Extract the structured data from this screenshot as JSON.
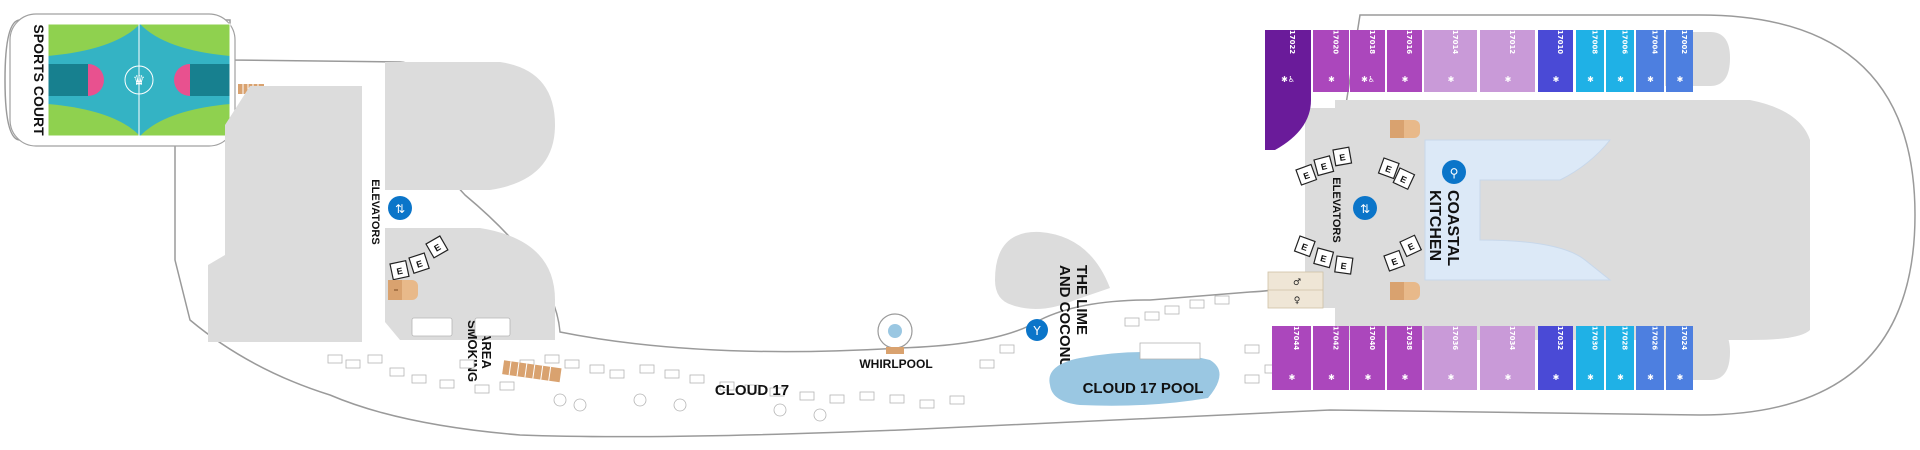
{
  "labels": {
    "sports_court": "SPORTS COURT",
    "elevators_fwd": "ELEVATORS",
    "elevators_aft": "ELEVATORS",
    "smoking_area": [
      "SMOKING",
      "AREA"
    ],
    "whirlpool": "WHIRLPOOL",
    "cloud17": "CLOUD 17",
    "lime_coconut": [
      "THE LIME",
      "AND COCONUT"
    ],
    "cloud17_pool": "CLOUD 17 POOL",
    "coastal_kitchen": [
      "COASTAL",
      "KITCHEN"
    ]
  },
  "colors": {
    "hull_outline": "#9a9a9a",
    "interior_gray": "#dcdcdc",
    "court_teal": "#34b3c4",
    "court_green": "#8fd14f",
    "court_pink": "#e8518f",
    "pool_blue": "#9ac7e2",
    "kitchen_blue": "#dce9f7",
    "icon_blue": "#0b75c9",
    "deck_wood": "#d9a26f",
    "suite_dark_purple": "#6a1b9a",
    "suite_purple": "#ab47bc",
    "suite_lavender": "#c99ad8",
    "suite_indigo": "#4a4ad6",
    "suite_cyan": "#1fb1e6",
    "suite_blue": "#4d7fe0"
  },
  "cabins_top": [
    {
      "num": "17022",
      "color": "#6a1b9a",
      "icon": "star-accessible"
    },
    {
      "num": "17020",
      "color": "#ab47bc",
      "icon": "star"
    },
    {
      "num": "17018",
      "color": "#ab47bc",
      "icon": "star-accessible"
    },
    {
      "num": "17016",
      "color": "#ab47bc",
      "icon": "star"
    },
    {
      "num": "17014",
      "color": "#c99ad8",
      "icon": "star"
    },
    {
      "num": "17012",
      "color": "#c99ad8",
      "icon": "star"
    },
    {
      "num": "17010",
      "color": "#4a4ad6",
      "icon": "star"
    },
    {
      "num": "17008",
      "color": "#1fb1e6",
      "icon": "star"
    },
    {
      "num": "17006",
      "color": "#1fb1e6",
      "icon": "star"
    },
    {
      "num": "17004",
      "color": "#4d7fe0",
      "icon": "star"
    },
    {
      "num": "17002",
      "color": "#4d7fe0",
      "icon": "star"
    }
  ],
  "cabins_bottom": [
    {
      "num": "17044",
      "color": "#ab47bc",
      "icon": "star"
    },
    {
      "num": "17042",
      "color": "#ab47bc",
      "icon": "star"
    },
    {
      "num": "17040",
      "color": "#ab47bc",
      "icon": "star"
    },
    {
      "num": "17038",
      "color": "#ab47bc",
      "icon": "star"
    },
    {
      "num": "17036",
      "color": "#c99ad8",
      "icon": "star"
    },
    {
      "num": "17034",
      "color": "#c99ad8",
      "icon": "star"
    },
    {
      "num": "17032",
      "color": "#4a4ad6",
      "icon": "star"
    },
    {
      "num": "17030",
      "color": "#1fb1e6",
      "icon": "star"
    },
    {
      "num": "17028",
      "color": "#1fb1e6",
      "icon": "star"
    },
    {
      "num": "17026",
      "color": "#4d7fe0",
      "icon": "star"
    },
    {
      "num": "17024",
      "color": "#4d7fe0",
      "icon": "star"
    }
  ],
  "icons": {
    "elevator": "elevator-icon",
    "bar": "cocktail-icon",
    "dining": "fork-knife-icon",
    "restroom": "restroom-icon",
    "stairs": "stairs-icon"
  }
}
